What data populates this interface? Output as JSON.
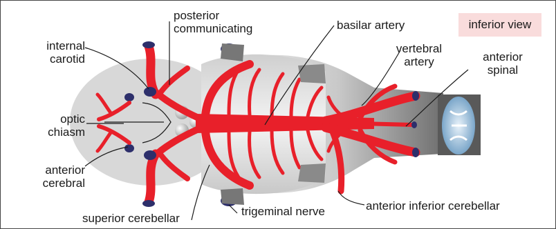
{
  "view_label": "inferior view",
  "labels": {
    "posterior_communicating": "posterior\ncommunicating",
    "basilar_artery": "basilar artery",
    "internal_carotid": "internal\ncarotid",
    "vertebral_artery": "vertebral\nartery",
    "anterior_spinal": "anterior\nspinal",
    "optic_chiasm": "optic\nchiasm",
    "anterior_cerebral": "anterior\ncerebral",
    "superior_cerebellar": "superior cerebellar",
    "trigeminal_nerve": "trigeminal nerve",
    "anterior_inferior_cerebellar": "anterior inferior cerebellar"
  },
  "colors": {
    "artery": "#e8202a",
    "brain": "#d6d6d6",
    "label_badge": "#f9dcdc",
    "vessel_cut": "#2d2f6b"
  }
}
